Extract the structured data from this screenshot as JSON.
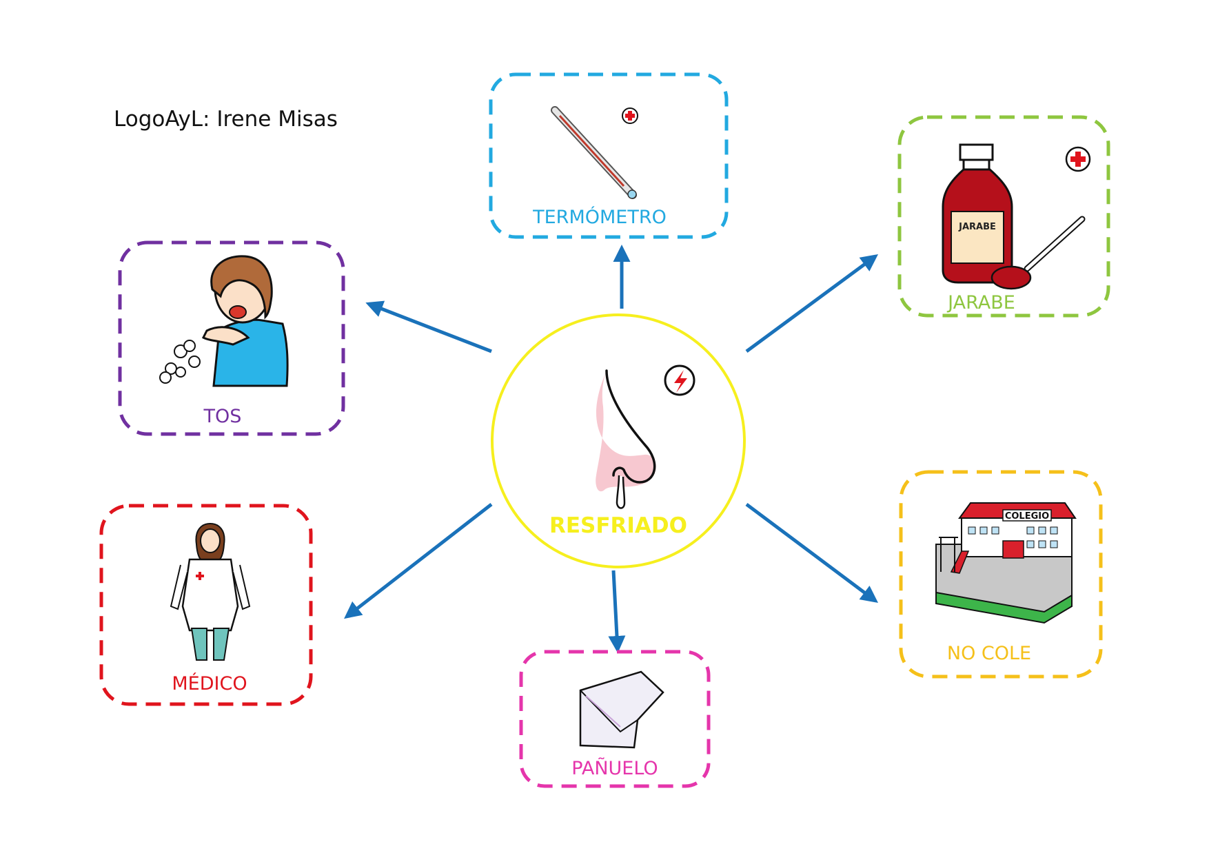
{
  "author": "LogoAyL: Irene Misas",
  "center": {
    "label": "RESFRIADO",
    "color": "#f6ef1e"
  },
  "nodes": {
    "termometro": {
      "label": "TERMÓMETRO",
      "color": "#22a9e0"
    },
    "jarabe": {
      "label": "JARABE",
      "color": "#8ec63f",
      "bottle_text": "JARABE"
    },
    "tos": {
      "label": "TOS",
      "color": "#7030a0"
    },
    "nocole": {
      "label": "NO COLE",
      "color": "#f5c01a",
      "school_text": "COLEGIO"
    },
    "medico": {
      "label": "MÉDICO",
      "color": "#e0141d"
    },
    "panuelo": {
      "label": "PAÑUELO",
      "color": "#e535ab"
    }
  },
  "colors": {
    "arrow": "#1a72ba"
  },
  "icons": {
    "center": "nose-pain-icon",
    "termometro": "thermometer-icon",
    "jarabe": "syrup-bottle-spoon-icon",
    "tos": "coughing-boy-icon",
    "nocole": "school-building-icon",
    "medico": "doctor-icon",
    "panuelo": "handkerchief-icon"
  }
}
